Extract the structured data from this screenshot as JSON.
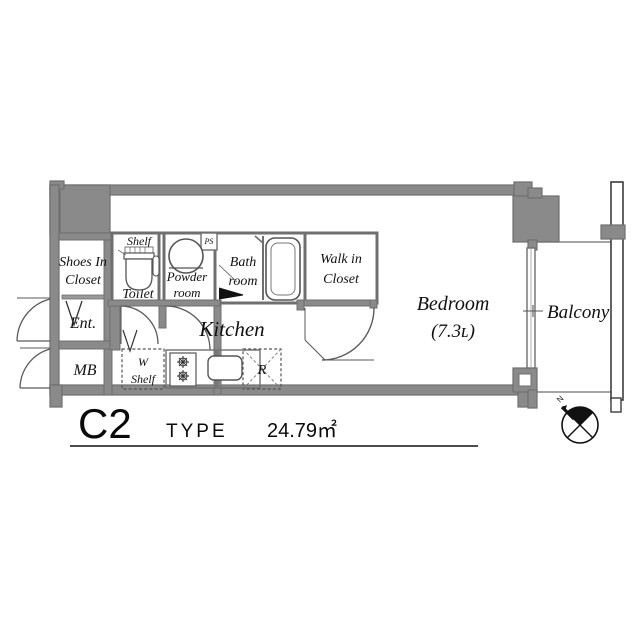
{
  "plan": {
    "title_code": "C2",
    "title_type": "TYPE",
    "title_area": "24.79㎡",
    "compass": {
      "label": "N",
      "icon": "compass-rose-icon"
    },
    "colors": {
      "wall": "#8a8a8a",
      "wall_outline": "#6f6f6f",
      "partition": "#9a9a9a",
      "fixture_line": "#555555",
      "text": "#111111",
      "background": "#ffffff",
      "door_arc": "#5a5a5a"
    },
    "rooms": [
      {
        "name": "shoes-in-closet",
        "label_line1": "Shoes In",
        "label_line2": "Closet"
      },
      {
        "name": "entrance",
        "label_line1": "Ent.",
        "label_line2": ""
      },
      {
        "name": "meter-box",
        "label_line1": "MB",
        "label_line2": ""
      },
      {
        "name": "toilet",
        "label_line1": "Toilet",
        "label_line2": ""
      },
      {
        "name": "toilet-shelf",
        "label_line1": "Shelf",
        "label_line2": ""
      },
      {
        "name": "powder-room",
        "label_line1": "Powder",
        "label_line2": "room"
      },
      {
        "name": "pipe-space",
        "label_line1": "PS",
        "label_line2": ""
      },
      {
        "name": "bath-room",
        "label_line1": "Bath",
        "label_line2": "room"
      },
      {
        "name": "walk-in-closet",
        "label_line1": "Walk in",
        "label_line2": "Closet"
      },
      {
        "name": "kitchen",
        "label_line1": "Kitchen",
        "label_line2": ""
      },
      {
        "name": "washer-shelf",
        "label_line1": "W",
        "label_line2": "Shelf"
      },
      {
        "name": "refrigerator",
        "label_line1": "R",
        "label_line2": ""
      },
      {
        "name": "bedroom",
        "label_line1": "Bedroom",
        "label_line2": "(7.3J)"
      },
      {
        "name": "balcony",
        "label_line1": "Balcony",
        "label_line2": ""
      }
    ],
    "labels": {
      "shoes_in_closet_1": "Shoes In",
      "shoes_in_closet_2": "Closet",
      "entrance": "Ent.",
      "meter_box": "MB",
      "toilet": "Toilet",
      "toilet_shelf": "Shelf",
      "powder_1": "Powder",
      "powder_2": "room",
      "pipe_space": "PS",
      "bath_1": "Bath",
      "bath_2": "room",
      "wic_1": "Walk in",
      "wic_2": "Closet",
      "kitchen": "Kitchen",
      "washer": "W",
      "washer_shelf": "Shelf",
      "fridge": "R",
      "bedroom": "Bedroom",
      "bedroom_size": "(7.3ʟ)",
      "balcony": "Balcony"
    },
    "fixtures": [
      {
        "name": "toilet-fixture",
        "type": "wc"
      },
      {
        "name": "sink-basin",
        "type": "round-basin"
      },
      {
        "name": "bath-tub",
        "type": "tub"
      },
      {
        "name": "gas-stove",
        "type": "two-burner"
      },
      {
        "name": "kitchen-sink",
        "type": "sink"
      },
      {
        "name": "balcony-railing",
        "type": "railing"
      }
    ]
  }
}
